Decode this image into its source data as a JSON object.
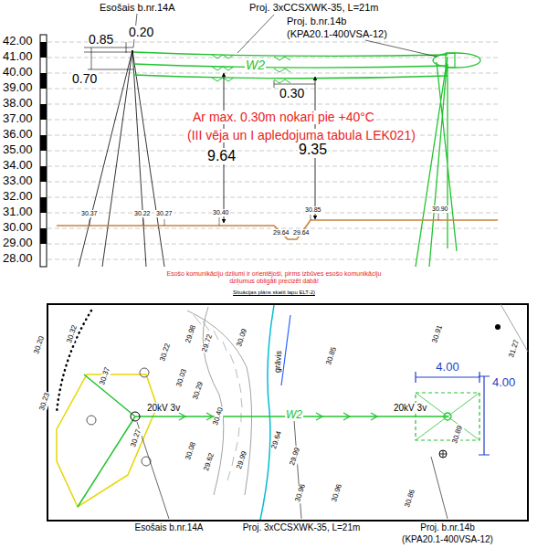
{
  "diagram": {
    "labels": [
      "Esošais b.nr.14A",
      "Proj. 3xCCSXWK-35, L=21m",
      "Proj. b.nr.14b",
      "(KPA20.1-400VSA-12)",
      "42.00",
      "41.00",
      "40.00",
      "39.00",
      "38.00",
      "37.00",
      "36.00",
      "35.00",
      "34.00",
      "33.00",
      "32.00",
      "31.00",
      "30.00",
      "29.00",
      "28.00",
      "0.85",
      "0.20",
      "0.70",
      "0.30",
      "W2",
      "Ar max. 0.30m nokari pie +40°C",
      "(III vēja un I apledojuma tabula LEK021)",
      "9.64",
      "9.35",
      "30.37",
      "30.22",
      "30.27",
      "30.40",
      "29.64",
      "29.64",
      "30.85",
      "30.90",
      "Esošo komunikāciju dziļumi ir orientējoši, pirms izbūves esošo komunikāciju dziļumus obligāti precizēt dabā!",
      "Situācijas plāns skatīt lapu ELT-2)",
      "30.20",
      "30.32",
      "30.23",
      "30.22",
      "30.37",
      "29.98",
      "29.72",
      "30.03",
      "30.29",
      "30.09",
      "30.27",
      "30.40",
      "30.08",
      "29.62",
      "29.99",
      "29.64",
      "29.99",
      "30.85",
      "30.96",
      "30.96",
      "30.91",
      "30.89",
      "30.86",
      "31.27",
      "grāvis",
      "20kV 3v",
      "20kV 3v",
      "W2",
      "4.00",
      "4.00",
      "Esošais b.nr.14A",
      "Proj. 3xCCSXWK-35, L=21m",
      "Proj. b.nr.14b",
      "(KPA20.1-400VSA-12)"
    ]
  }
}
